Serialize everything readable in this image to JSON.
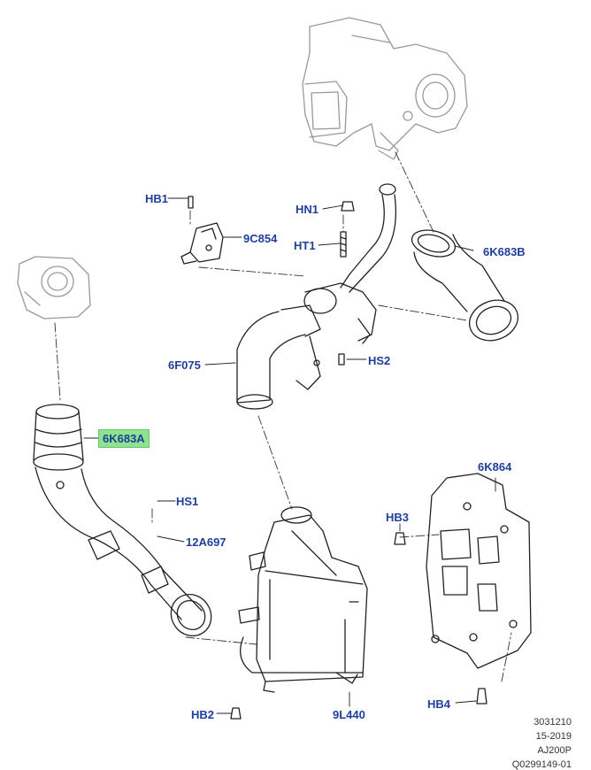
{
  "callouts": {
    "hb1": "HB1",
    "hn1": "HN1",
    "c9c854": "9C854",
    "ht1": "HT1",
    "c6k683b": "6K683B",
    "c6f075": "6F075",
    "hs2": "HS2",
    "c6k683a": "6K683A",
    "hs1": "HS1",
    "c12a697": "12A697",
    "c6k864": "6K864",
    "hb3": "HB3",
    "hb2": "HB2",
    "c9l440": "9L440",
    "hb4": "HB4"
  },
  "footer": {
    "line1": "3031210",
    "line2": "15-2019",
    "line3": "AJ200P",
    "line4": "Q0299149-01"
  },
  "colors": {
    "callout_text": "#1f3f9a",
    "highlight": "#8fe38f",
    "line_art": "#222222",
    "ghost_art": "#9a9a9a"
  }
}
